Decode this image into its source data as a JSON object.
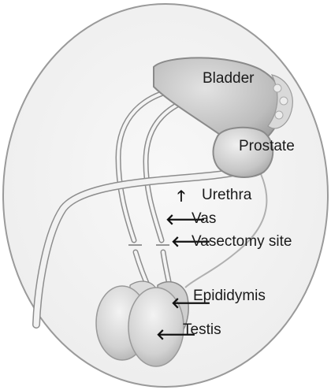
{
  "labels": {
    "bladder": "Bladder",
    "prostate": "Prostate",
    "urethra": "Urethra",
    "vas": "Vas",
    "vasectomy_site": "Vasectomy site",
    "epididymis": "Epididymis",
    "testis": "Testis"
  },
  "arrows": {
    "up": "🡑",
    "left": "🡐"
  },
  "colors": {
    "background": "#ffffff",
    "oval_fill": "#f4f4f4",
    "oval_stroke": "#9a9a9a",
    "organ_fill": "#c9c9c9",
    "organ_dark": "#9f9f9f",
    "tube_stroke": "#8d8d8d",
    "text": "#1a1a1a"
  }
}
